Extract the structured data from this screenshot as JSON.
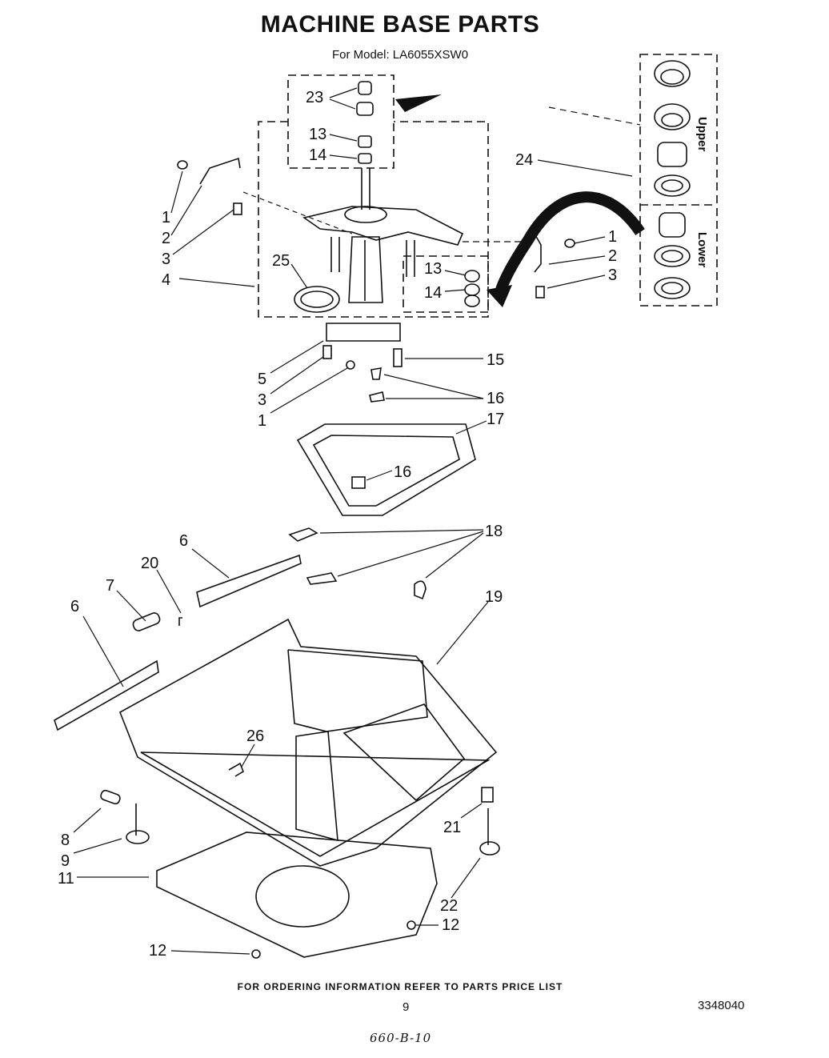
{
  "header": {
    "title": "MACHINE BASE PARTS",
    "subtitle": "For Model: LA6055XSW0"
  },
  "inset": {
    "upper_label": "Upper",
    "lower_label": "Lower"
  },
  "callouts": {
    "c23": "23",
    "c13a": "13",
    "c14a": "14",
    "c24": "24",
    "c1a": "1",
    "c2a": "2",
    "c3a": "3",
    "c4": "4",
    "c25": "25",
    "c13b": "13",
    "c14b": "14",
    "c1b": "1",
    "c2b": "2",
    "c3b": "3",
    "c5": "5",
    "c3c": "3",
    "c1c": "1",
    "c15": "15",
    "c16a": "16",
    "c17": "17",
    "c16b": "16",
    "c18": "18",
    "c6a": "6",
    "c20": "20",
    "c7": "7",
    "c19": "19",
    "c6b": "6",
    "c26": "26",
    "c8": "8",
    "c9": "9",
    "c21": "21",
    "c11": "11",
    "c22": "22",
    "c12a": "12",
    "c12b": "12"
  },
  "footer": {
    "ordering_note": "FOR ORDERING INFORMATION REFER TO PARTS PRICE LIST",
    "page_number": "9",
    "document_number": "3348040",
    "handwritten_note": "660-B-10"
  }
}
